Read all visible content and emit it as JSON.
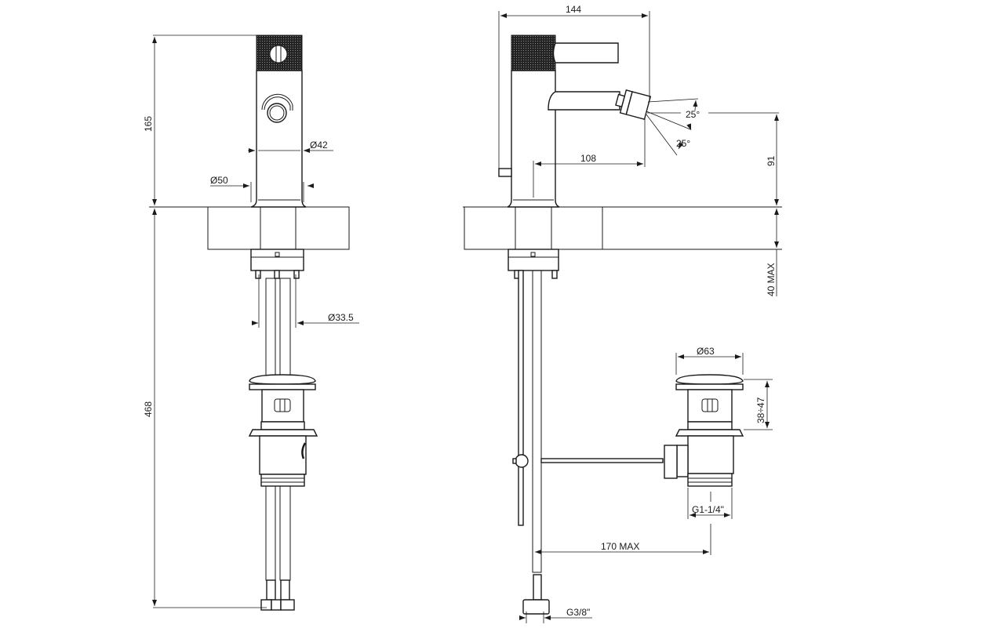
{
  "drawing": {
    "title": "Bidet mixer technical drawing",
    "colors": {
      "line": "#1a1a1a",
      "background": "#ffffff"
    },
    "front_view": {
      "dim_total_height": "165",
      "dim_below_deck": "468",
      "dim_body_diameter": "Ø42",
      "dim_base_diameter": "Ø50",
      "dim_hose_diameter": "Ø33.5"
    },
    "side_view": {
      "dim_overall_length": "144",
      "dim_spout_reach": "108",
      "dim_angle_up": "25°",
      "dim_angle_down": "25°",
      "dim_spout_height": "91",
      "dim_deck_thickness": "40 MAX",
      "dim_waste_diameter": "Ø63",
      "dim_waste_height": "38÷47",
      "dim_waste_thread": "G1-1/4\"",
      "dim_rod_reach": "170 MAX",
      "dim_hose_thread": "G3/8\""
    }
  }
}
